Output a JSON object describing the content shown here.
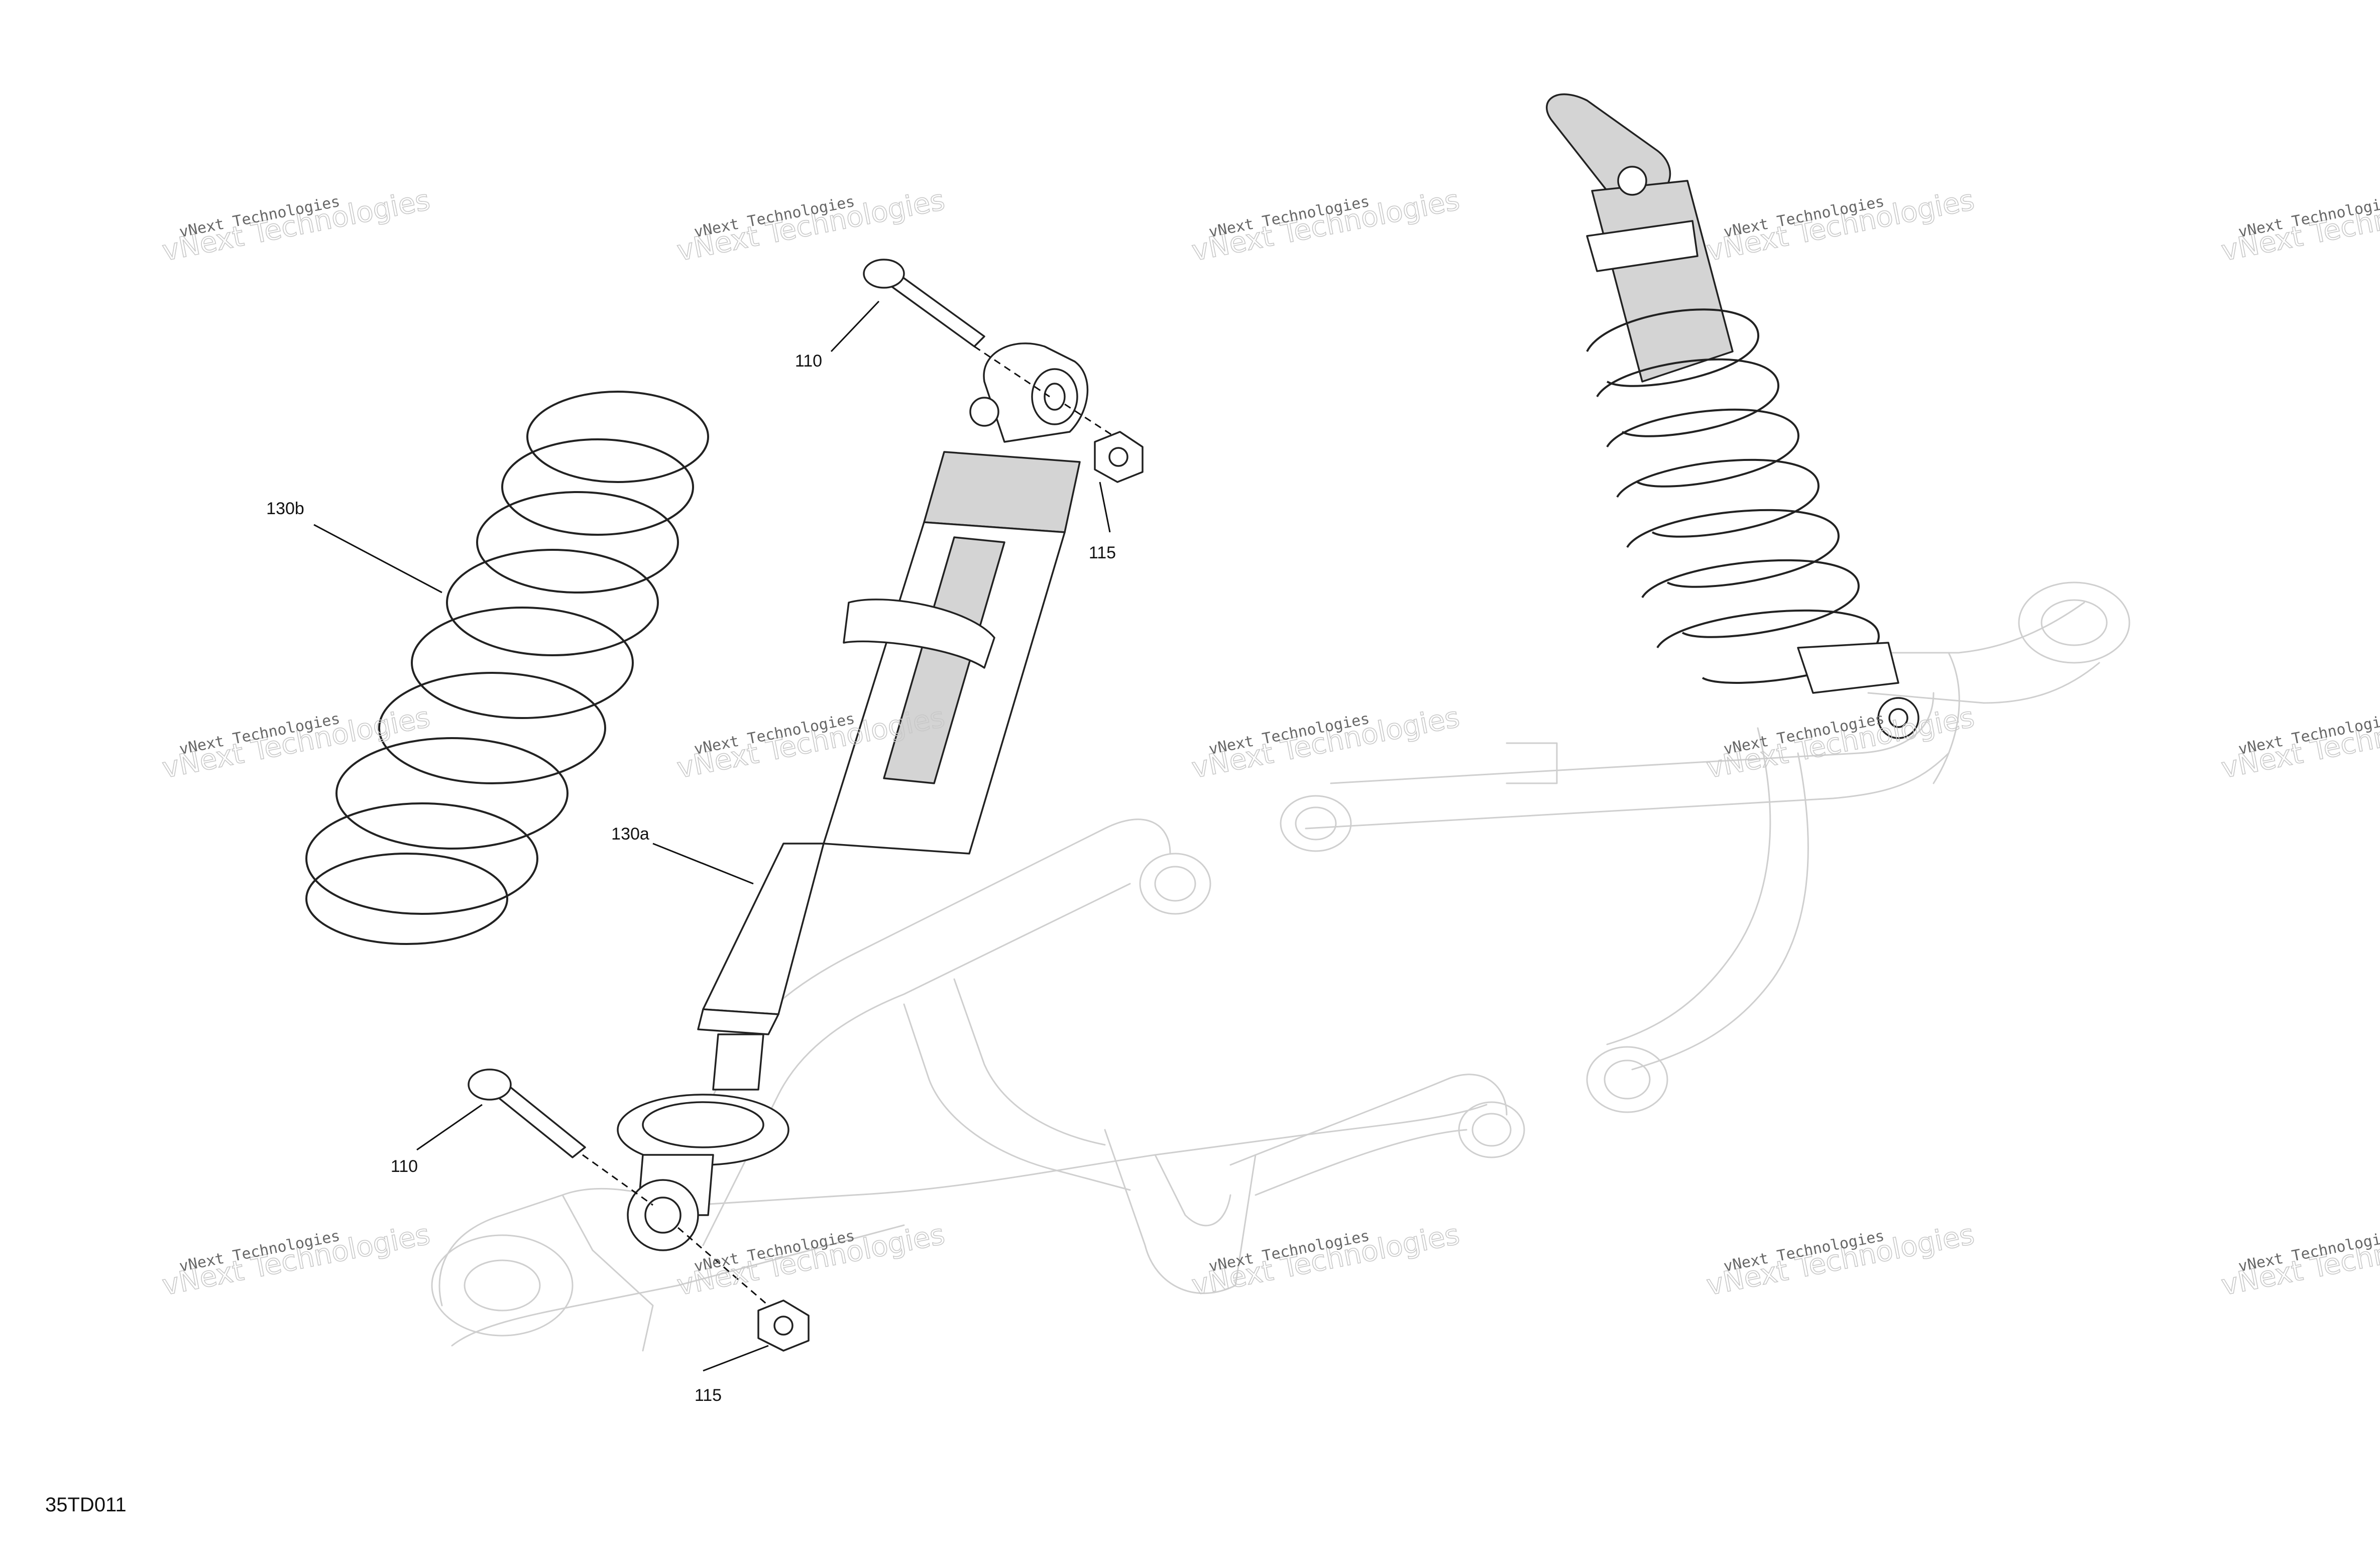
{
  "figure_id": "35TD011",
  "callouts": {
    "bolt_upper": "110",
    "bolt_lower": "110",
    "nut_upper": "115",
    "nut_lower": "115",
    "spring": "130b",
    "shock": "130a"
  },
  "watermark": {
    "line_small": "vNext Technologies",
    "line_large": "vNext Technologies"
  }
}
